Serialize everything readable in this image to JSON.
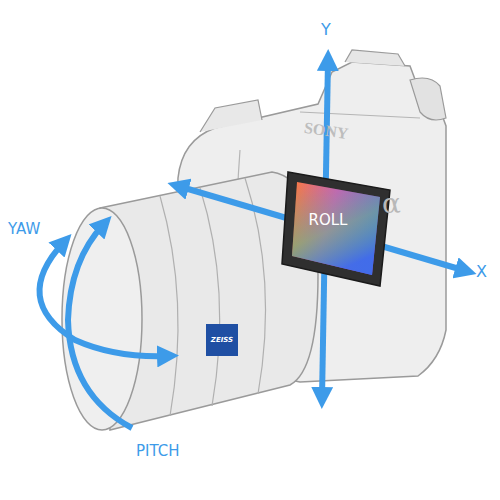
{
  "diagram": {
    "nodes": [
      {
        "text": [
          "ROLL"
        ]
      },
      {
        "text": [
          "ZEISS"
        ]
      }
    ],
    "labels": [
      "Y",
      "X",
      "YAW",
      "PITCH",
      "SONY",
      "α"
    ]
  }
}
